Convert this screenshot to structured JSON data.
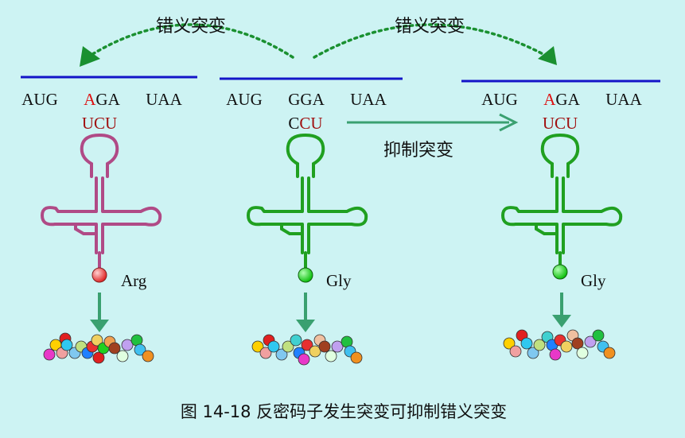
{
  "colors": {
    "background": "#cdf3f3",
    "mrna_line": "#1414c8",
    "mutant_trna": "#b04a86",
    "normal_trna": "#20a020",
    "arrow_green": "#3aa070",
    "dotted_arrow": "#1a9030",
    "red_base": "#dd1111",
    "dark_red": "#a01010"
  },
  "labels": {
    "missense_left": "错义突变",
    "missense_right": "错义突变",
    "suppressor": "抑制突变",
    "caption": "图 14-18  反密码子发生突变可抑制错义突变"
  },
  "panels": [
    {
      "mrna": {
        "codon1": "AUG",
        "codon2_first": "A",
        "codon2_rest": "GA",
        "codon3": "UAA"
      },
      "anticodon": "UCU",
      "amino_acid": "Arg",
      "trna": "mutant-trna"
    },
    {
      "mrna": {
        "codon1": "AUG",
        "codon2_first": "G",
        "codon2_rest": "GA",
        "codon3": "UAA"
      },
      "anticodon_first": "C",
      "anticodon_rest": "CU",
      "amino_acid": "Gly",
      "trna": "normal-trna"
    },
    {
      "mrna": {
        "codon1": "AUG",
        "codon2_first": "A",
        "codon2_rest": "GA",
        "codon3": "UAA"
      },
      "anticodon": "UCU",
      "amino_acid": "Gly",
      "trna": "suppressor-trna"
    }
  ]
}
